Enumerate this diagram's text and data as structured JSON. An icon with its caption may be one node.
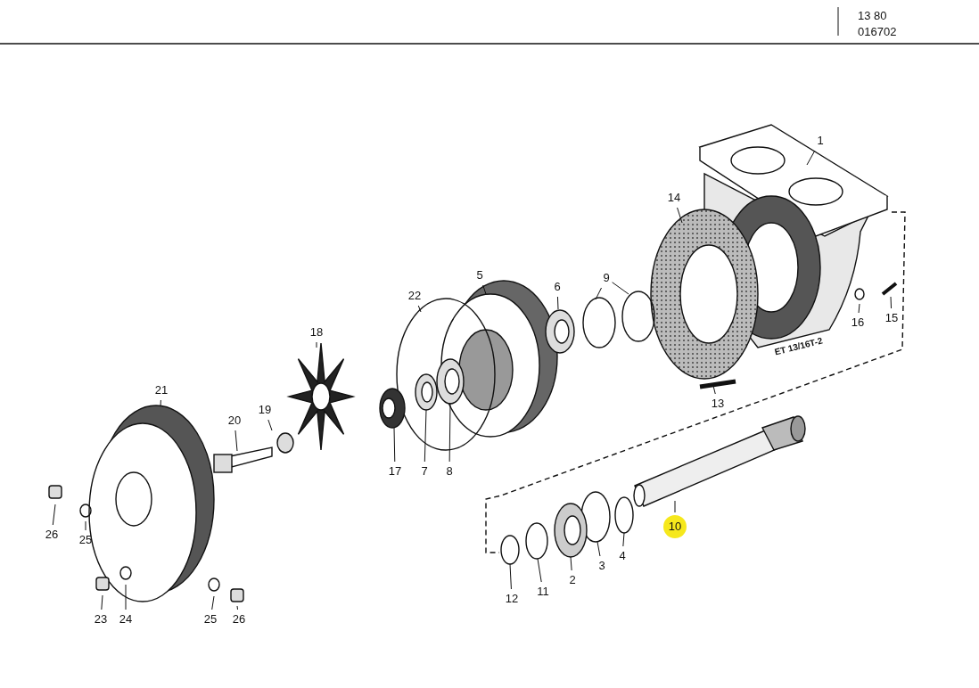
{
  "diagram": {
    "nodes": [
      {
        "text": [
          "1"
        ]
      },
      {
        "text": [
          "14"
        ]
      },
      {
        "text": [
          "5"
        ]
      },
      {
        "text": [
          "22"
        ]
      },
      {
        "text": [
          "9"
        ]
      },
      {
        "text": [
          "6"
        ]
      },
      {
        "text": [
          "18"
        ]
      },
      {
        "text": [
          "16"
        ]
      },
      {
        "text": [
          "15"
        ]
      },
      {
        "text": [
          "21"
        ]
      },
      {
        "text": [
          "19"
        ]
      },
      {
        "text": [
          "20"
        ]
      },
      {
        "text": [
          "13"
        ]
      },
      {
        "text": [
          "17"
        ]
      },
      {
        "text": [
          "7"
        ]
      },
      {
        "text": [
          "8"
        ]
      },
      {
        "text": [
          "10"
        ]
      },
      {
        "text": [
          "26"
        ]
      },
      {
        "text": [
          "25"
        ]
      },
      {
        "text": [
          "4"
        ]
      },
      {
        "text": [
          "3"
        ]
      },
      {
        "text": [
          "2"
        ]
      },
      {
        "text": [
          "11"
        ]
      },
      {
        "text": [
          "12"
        ]
      },
      {
        "text": [
          "23"
        ]
      },
      {
        "text": [
          "24"
        ]
      },
      {
        "text": [
          "25"
        ]
      },
      {
        "text": [
          "26"
        ]
      }
    ],
    "edges": [
      {
        "from": 0,
        "to": null,
        "arrow": "none"
      },
      {
        "from": 1,
        "to": null,
        "arrow": "none"
      },
      {
        "from": 2,
        "to": null,
        "arrow": "none"
      },
      {
        "from": 3,
        "to": null,
        "arrow": "none"
      },
      {
        "from": 4,
        "to": null,
        "arrow": "none"
      },
      {
        "from": 4,
        "to": null,
        "arrow": "none"
      },
      {
        "from": 5,
        "to": null,
        "arrow": "none"
      },
      {
        "from": 6,
        "to": null,
        "arrow": "none"
      },
      {
        "from": 7,
        "to": null,
        "arrow": "none"
      },
      {
        "from": 8,
        "to": null,
        "arrow": "none"
      },
      {
        "from": 9,
        "to": null,
        "arrow": "none"
      },
      {
        "from": 10,
        "to": null,
        "arrow": "none"
      },
      {
        "from": 11,
        "to": null,
        "arrow": "none"
      },
      {
        "from": 12,
        "to": null,
        "arrow": "none"
      },
      {
        "from": 13,
        "to": null,
        "arrow": "none"
      },
      {
        "from": 14,
        "to": null,
        "arrow": "none"
      },
      {
        "from": 15,
        "to": null,
        "arrow": "none"
      },
      {
        "from": 16,
        "to": null,
        "arrow": "none"
      },
      {
        "from": 17,
        "to": null,
        "arrow": "none"
      },
      {
        "from": 18,
        "to": null,
        "arrow": "none"
      },
      {
        "from": 19,
        "to": null,
        "arrow": "none"
      },
      {
        "from": 20,
        "to": null,
        "arrow": "none"
      },
      {
        "from": 21,
        "to": null,
        "arrow": "none"
      },
      {
        "from": 22,
        "to": null,
        "arrow": "none"
      },
      {
        "from": 23,
        "to": null,
        "arrow": "none"
      },
      {
        "from": 24,
        "to": null,
        "arrow": "none"
      },
      {
        "from": 25,
        "to": null,
        "arrow": "none"
      },
      {
        "from": 26,
        "to": null,
        "arrow": "none"
      },
      {
        "from": 27,
        "to": null,
        "arrow": "none"
      }
    ],
    "labels": [
      "13 80",
      "016702",
      "ET 13/16T-2"
    ]
  }
}
